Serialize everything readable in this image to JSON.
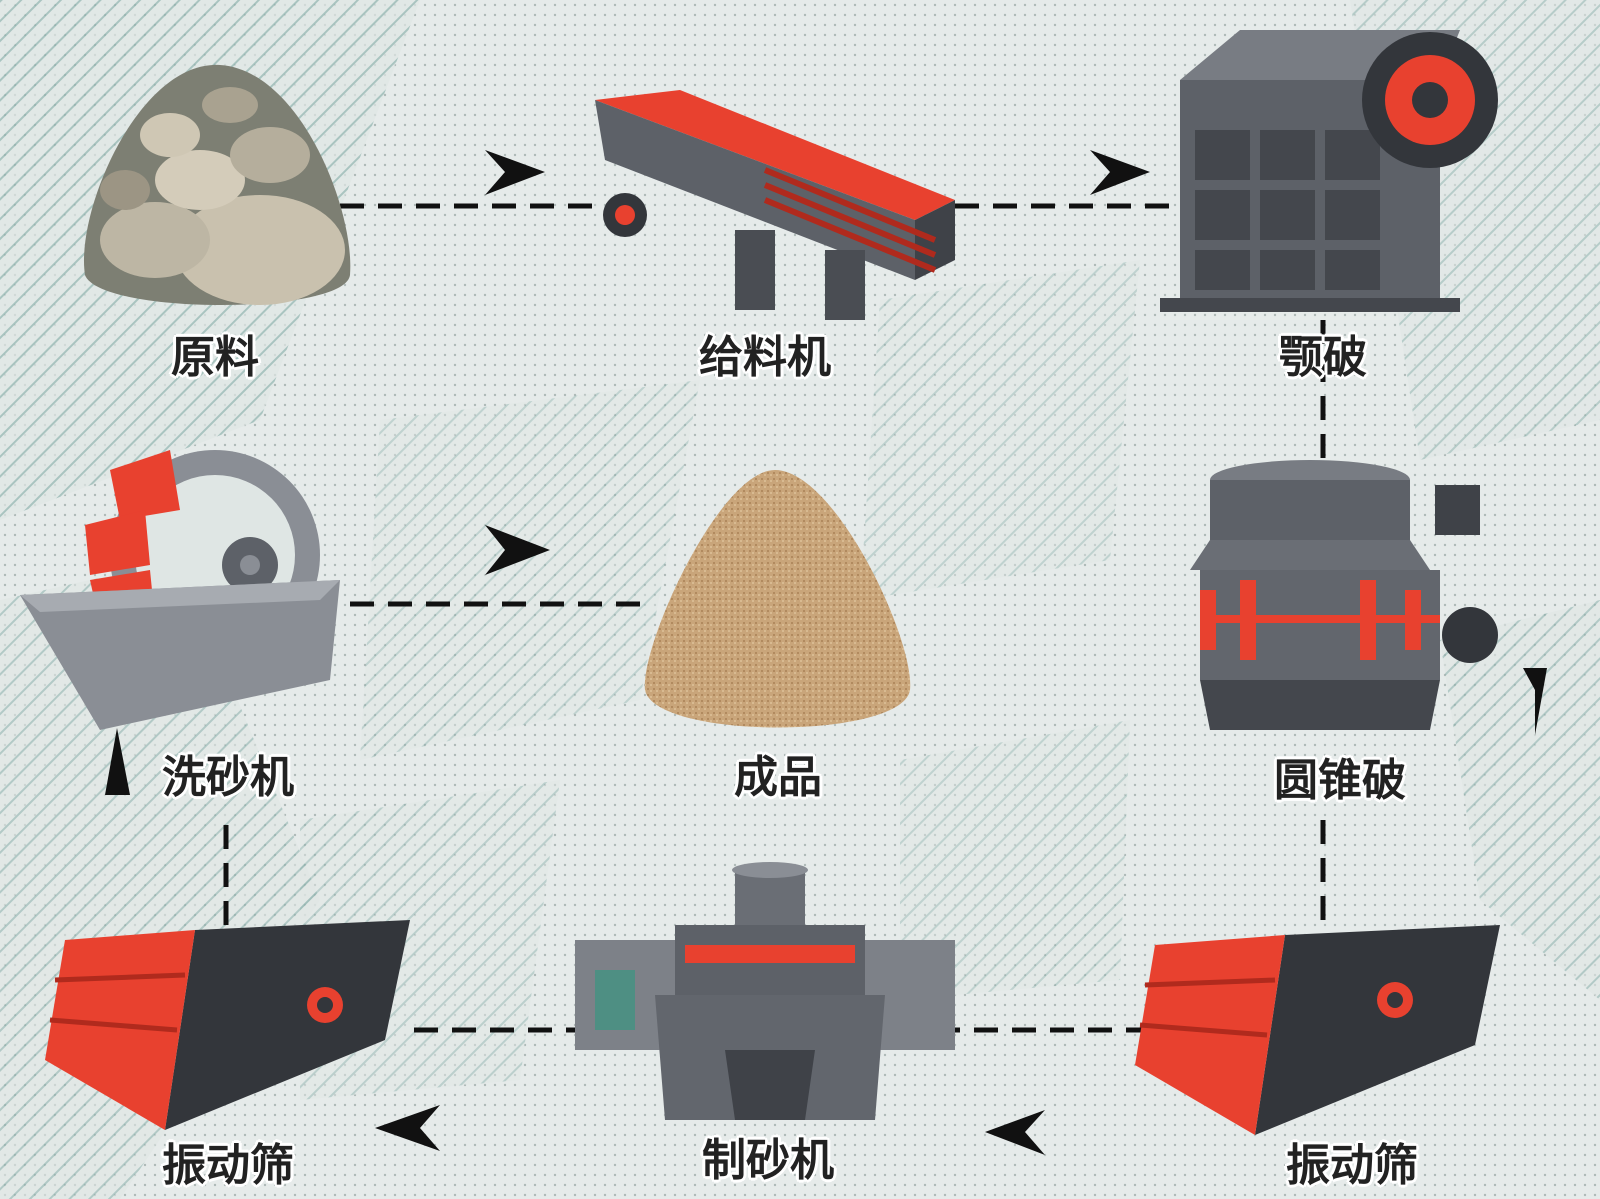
{
  "nodes": {
    "raw": {
      "label": "原料"
    },
    "feeder": {
      "label": "给料机"
    },
    "jaw": {
      "label": "颚破"
    },
    "cone": {
      "label": "圆锥破"
    },
    "screen_right": {
      "label": "振动筛"
    },
    "sand_maker": {
      "label": "制砂机"
    },
    "screen_left": {
      "label": "振动筛"
    },
    "washer": {
      "label": "洗砂机"
    },
    "product": {
      "label": "成品"
    }
  },
  "colors": {
    "accent_red": "#e8412f",
    "machine_gray": "#5d6168",
    "machine_dark": "#33363b",
    "connector": "#111111",
    "sand": "#c9a57a"
  },
  "flow_order": [
    "raw",
    "feeder",
    "jaw",
    "cone",
    "screen_right",
    "sand_maker",
    "screen_left",
    "washer",
    "product"
  ]
}
